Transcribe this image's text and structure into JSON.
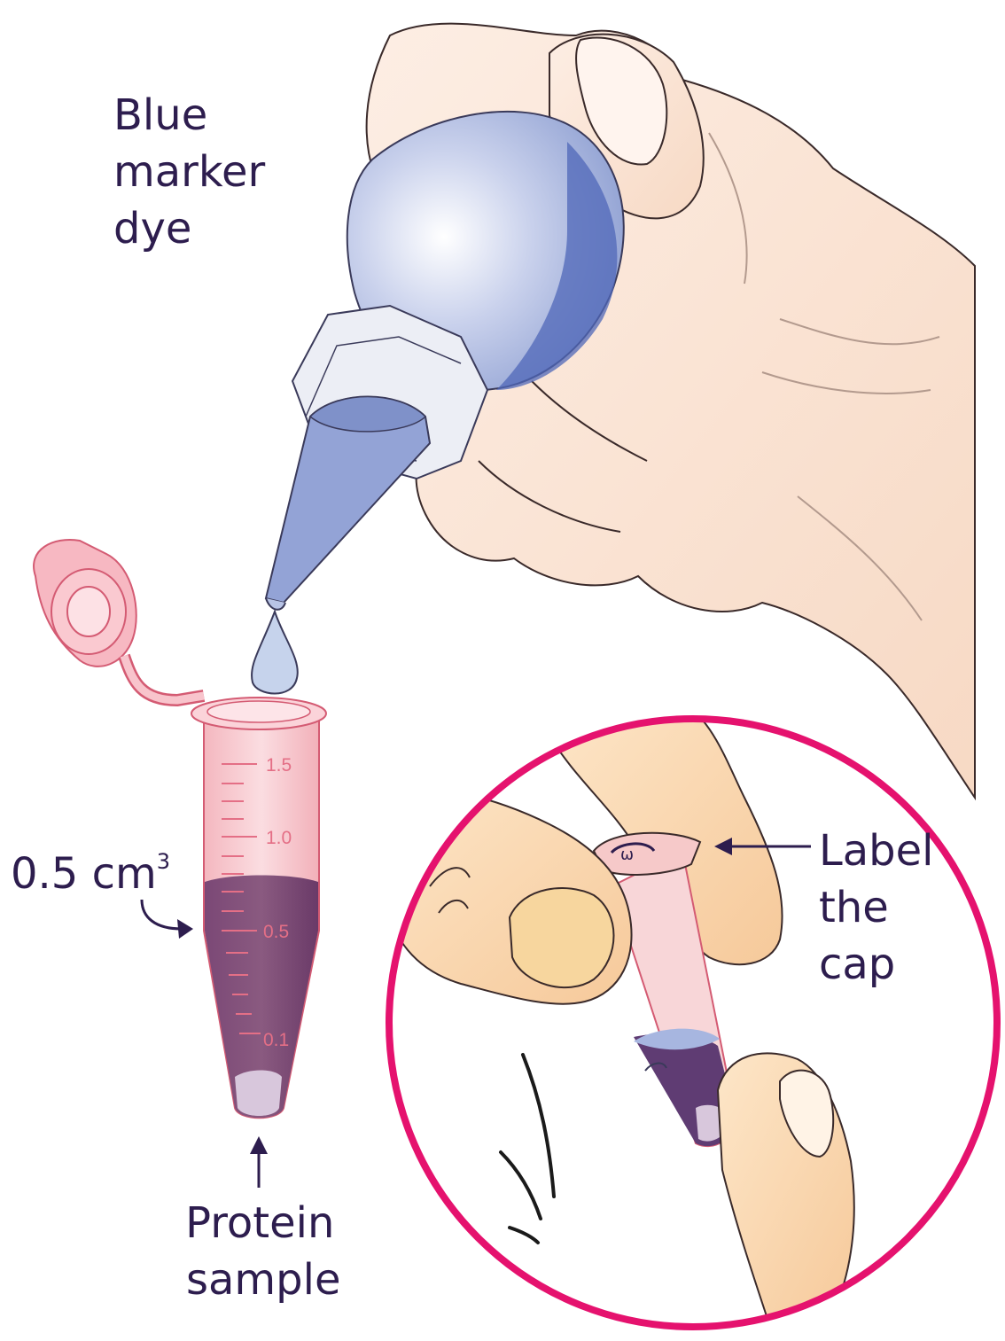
{
  "labels": {
    "dye_line1": "Blue",
    "dye_line2": "marker",
    "dye_line3": "dye",
    "volume_value": "0.5 cm",
    "volume_unit_exp": "3",
    "sample_line1": "Protein",
    "sample_line2": "sample",
    "cap_line1": "Label",
    "cap_line2": "the",
    "cap_line3": "cap"
  },
  "tube_scale": [
    "1.5",
    "1.0",
    "0.5",
    "0.1"
  ],
  "colors": {
    "text": "#2d1d4e",
    "skin": "#fbe3d3",
    "bottle": "#9fb0dc",
    "tube": "#f7c6cc",
    "sample": "#6f3f6c",
    "ring": "#e5126e"
  }
}
